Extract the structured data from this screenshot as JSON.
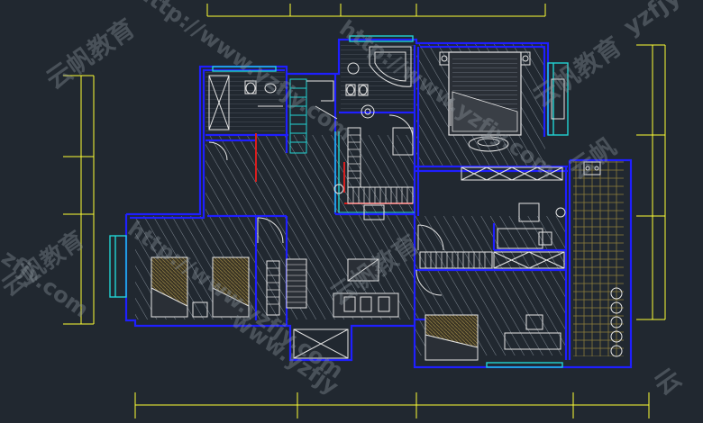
{
  "drawing": {
    "kind": "floor-plan",
    "background": "#212830",
    "colors": {
      "wall": "#1f1fff",
      "dimension": "#ffff33",
      "furniture": "#ffffff",
      "window": "#22d3d3",
      "hatch": "#7e8791",
      "tile": "#8a7a3a",
      "accent_red": "#d91e1e",
      "wood": "#7a6a3e"
    }
  },
  "watermarks": [
    {
      "id": "wm-1",
      "text": "http://www.yzfjy.com"
    },
    {
      "id": "wm-2",
      "text": "云帆教育"
    },
    {
      "id": "wm-3",
      "text": "http://www.yzfjy.com"
    },
    {
      "id": "wm-4",
      "text": "云帆教育"
    },
    {
      "id": "wm-5",
      "text": "http://www.yzfjy.com"
    },
    {
      "id": "wm-6",
      "text": "云帆教育"
    },
    {
      "id": "wm-7",
      "text": "yzfjy"
    },
    {
      "id": "wm-8",
      "text": "云帆"
    },
    {
      "id": "wm-9",
      "text": "zfjy.com"
    },
    {
      "id": "wm-10",
      "text": "云帆教育"
    },
    {
      "id": "wm-11",
      "text": "www.yzfjy"
    },
    {
      "id": "wm-12",
      "text": "云"
    }
  ]
}
